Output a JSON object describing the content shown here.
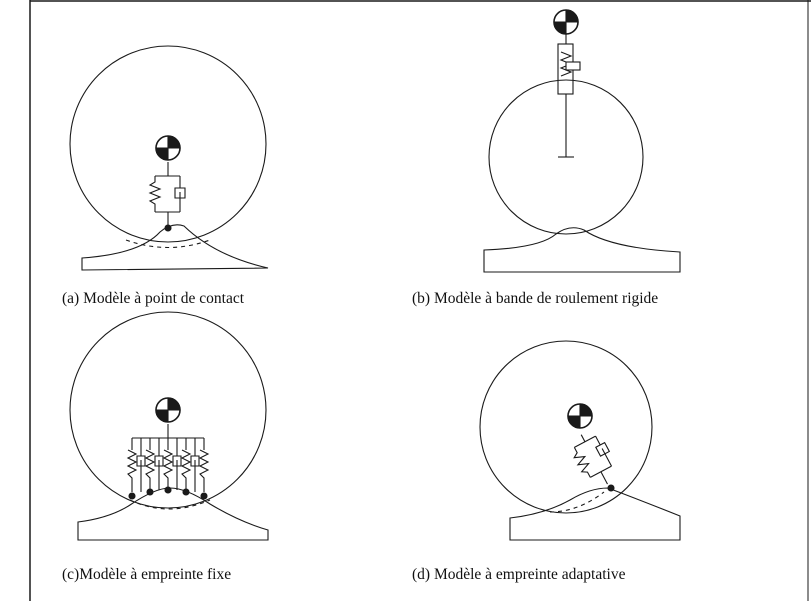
{
  "captions": {
    "a": "(a) Modèle à point de contact",
    "b": "(b) Modèle à bande de roulement rigide",
    "c": "(c)Modèle à empreinte fixe",
    "d": "(d) Modèle à empreinte adaptative"
  },
  "colors": {
    "line": "#1a1a1a",
    "background": "#ffffff"
  }
}
